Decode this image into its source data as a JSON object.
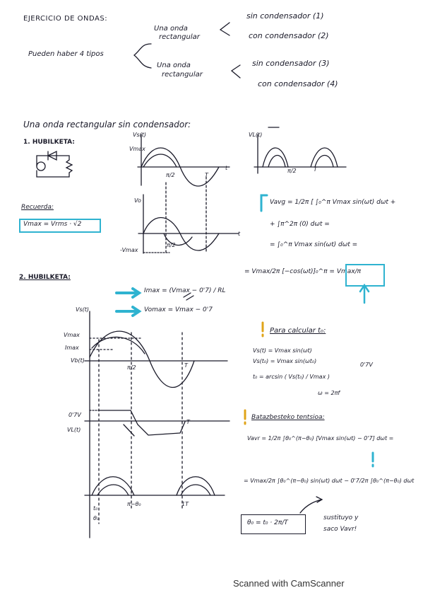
{
  "header": {
    "title": "EJERCICIO DE ONDAS:",
    "intro": "Pueden haber 4 tipos",
    "branch_a": [
      "Una onda",
      "rectangular"
    ],
    "branch_b": [
      "Una onda",
      "rectangular"
    ],
    "types": [
      "sin condensador (1)",
      "con condensador (2)",
      "sin condensador (3)",
      "con condensador (4)"
    ]
  },
  "section1": {
    "heading": "Una onda rectangular sin condensador:",
    "case_title": "1. HUBILKETA:",
    "remember": "Recuerda:",
    "formula_boxed": "Vmax = Vrms · √2",
    "plot_labels": {
      "vs_t": "Vs(t)",
      "vmax": "Vmax",
      "pi_half": "π/2",
      "T": "T",
      "t": "t",
      "vo": "Vo",
      "neg_vmax": "-Vmax",
      "vl_t": "VL(t)"
    },
    "vavg_lines": [
      "Vavg = 1/2π [ ∫₀^π Vmax sin(ωt) dωt +",
      "+ ∫π^2π (0) dωt =",
      "= ∫₀^π Vmax sin(ωt) dωt =",
      "= Vmax/2π [−cos(ωt)]₀^π = Vmax/π"
    ]
  },
  "section2": {
    "case_title": "2. HUBILKETA:",
    "imax": "Imax = (Vmax − 0'7) / RL",
    "vomax": "Vomax = Vmax − 0'7",
    "labels": {
      "vs_t": "Vs(t)",
      "vmax": "Vmax",
      "imax": "Imax",
      "vb_t": "Vb(t)",
      "pi_half": "π/2",
      "T": "T",
      "v07": "0'7V",
      "vl_t": "VL(t)",
      "t0": "t₀",
      "theta0": "θ₀",
      "pi_theta": "π−θ₀",
      "one_T": "1T"
    },
    "t0_title": "Para calcular t₀:",
    "t0_lines": [
      "Vs(t) = Vmax sin(ωt)",
      "Vs(t₀) = Vmax sin(ωt₀)",
      "t₀ = arcsin ( Vs(t₀) / Vmax )",
      "ω = 2πf",
      "0'7V"
    ],
    "avg_title": "Batazbesteko tentsioa:",
    "avg_line1": "Vavr = 1/2π ∫θ₀^(π−θ₀) [Vmax sin(ωt) − 0'7] dωt =",
    "avg_line2": "= Vmax/2π ∫θ₀^(π−θ₀) sin(ωt) dωt − 0'7/2π ∫θ₀^(π−θ₀) dωt",
    "theta_formula": "θ₀ = t₀ · 2π/T",
    "note": [
      "sustituyo y",
      "saco Vavr!"
    ]
  },
  "footer": "Scanned with CamScanner",
  "colors": {
    "ink": "#1b1b2a",
    "accent": "#2fb3d0",
    "alert": "#e0a419"
  }
}
